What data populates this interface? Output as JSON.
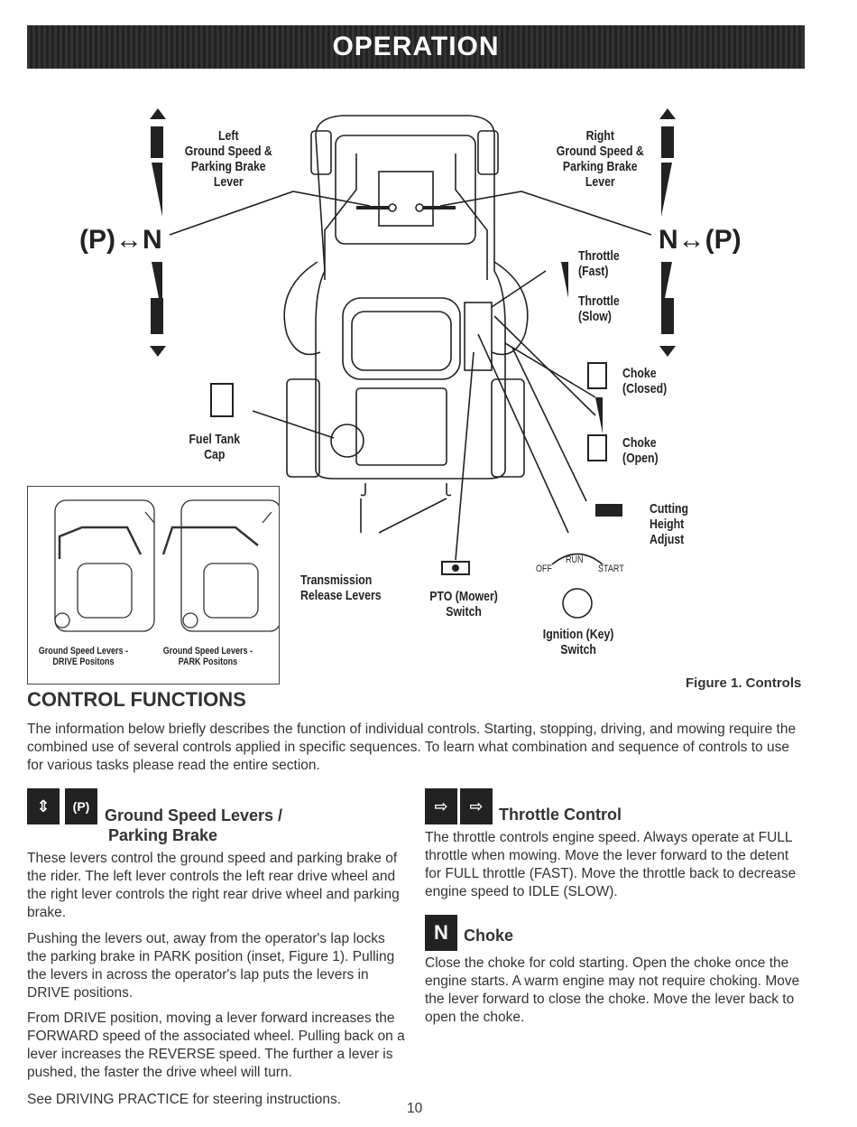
{
  "header": {
    "title": "OPERATION"
  },
  "figure": {
    "left_lever": "Left\nGround Speed &\nParking Brake\nLever",
    "right_lever": "Right\nGround Speed &\nParking Brake\nLever",
    "pn_left": "(P)↔N",
    "pn_right": "N↔(P)",
    "throttle_fast": "Throttle\n(Fast)",
    "throttle_slow": "Throttle\n(Slow)",
    "choke_closed": "Choke\n(Closed)",
    "choke_open": "Choke\n(Open)",
    "cutting_height": "Cutting\nHeight\nAdjust",
    "fuel_tank": "Fuel Tank\nCap",
    "transmission": "Transmission\nRelease Levers",
    "pto": "PTO (Mower)\nSwitch",
    "ignition": "Ignition (Key)\nSwitch",
    "ign_off": "OFF",
    "ign_run": "RUN",
    "ign_start": "START",
    "inset_drive": "Ground Speed Levers -\nDRIVE Positons",
    "inset_park": "Ground Speed Levers -\nPARK Positons",
    "caption": "Figure 1. Controls"
  },
  "control_functions": {
    "title": "CONTROL FUNCTIONS",
    "intro": "The information below briefly describes the function of individual controls.  Starting, stopping, driving, and mowing require the combined use of several controls applied in specific sequences. To learn what combination and sequence of controls to use for various tasks please read the entire section."
  },
  "ground_speed": {
    "title_line1": "Ground Speed Levers /",
    "title_line2": "Parking Brake",
    "para1": "These levers control the ground speed and parking brake of the rider. The left lever controls the left rear drive wheel and the right lever controls the right rear drive wheel and parking brake.",
    "para2": "Pushing the levers out, away from the operator's lap locks the parking brake in PARK position (inset, Figure 1).  Pulling the levers in across the operator's lap puts the levers in DRIVE positions.",
    "para3": "From DRIVE position, moving a lever forward increases the FORWARD speed of the associated wheel.  Pulling back on a lever increases the REVERSE speed. The further a lever is pushed, the faster the drive wheel will turn.",
    "para4": "See DRIVING PRACTICE for steering instructions."
  },
  "throttle": {
    "title": "Throttle Control",
    "para": "The throttle controls engine speed.  Always operate at FULL throttle when mowing.  Move the lever forward to the detent for FULL throttle (FAST).  Move the throttle back to decrease engine speed to IDLE (SLOW)."
  },
  "choke": {
    "title": "Choke",
    "para": "Close the choke for cold starting. Open the choke once the engine starts.  A warm engine may not require choking.  Move the lever forward to close the choke.  Move the lever back to open the choke."
  },
  "page_number": "10"
}
